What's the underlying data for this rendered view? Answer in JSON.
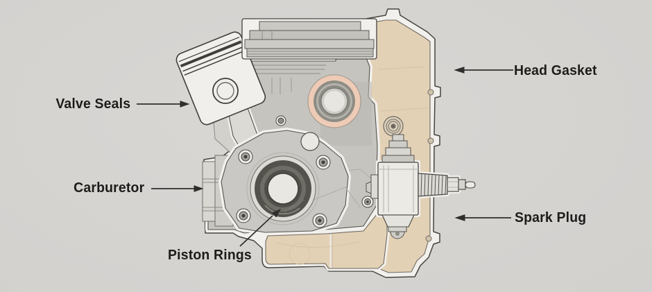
{
  "diagram": {
    "labels": {
      "valve_seals": "Valve Seals",
      "carburetor": "Carburetor",
      "piston_rings": "Piston Rings",
      "head_gasket": "Head Gasket",
      "spark_plug": "Spark Plug"
    },
    "colors": {
      "background": "#d3d1ce",
      "label_text": "#1d1c1a",
      "arrow": "#2f2e2c",
      "outline": "#46443f",
      "white_band": "#f2f0ed",
      "engine_block_gray": "#c5c4bf",
      "timing_cover_tan": "#e3d1b6",
      "oil_pan_tan": "#e3d1b6",
      "cam_seal_pink": "#eecbb6",
      "crank_ring_dark": "#53524c"
    }
  }
}
